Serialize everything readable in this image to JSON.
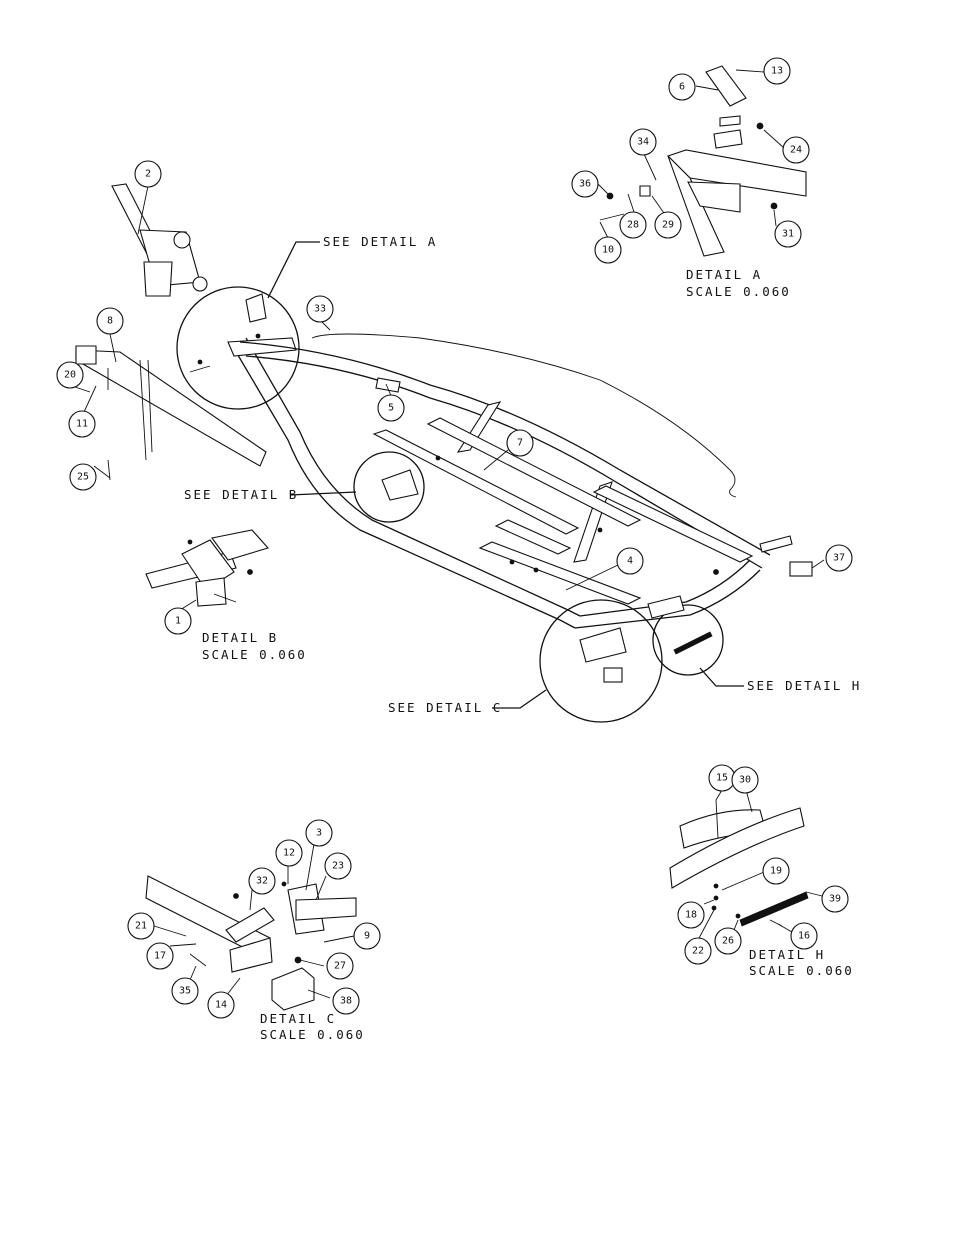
{
  "callouts": {
    "see_detail_a": "SEE DETAIL  A",
    "see_detail_b": "SEE DETAIL  B",
    "see_detail_c": "SEE DETAIL  C",
    "see_detail_h": "SEE DETAIL  H"
  },
  "details": {
    "a": {
      "title": "DETAIL  A",
      "scale": "SCALE  0.060"
    },
    "b": {
      "title": "DETAIL  B",
      "scale": "SCALE  0.060"
    },
    "c": {
      "title": "DETAIL  C",
      "scale": "SCALE  0.060"
    },
    "h": {
      "title": "DETAIL  H",
      "scale": "SCALE  0.060"
    }
  },
  "parts": {
    "p1": "1",
    "p2": "2",
    "p3": "3",
    "p4": "4",
    "p5": "5",
    "p6": "6",
    "p7": "7",
    "p8": "8",
    "p9": "9",
    "p10": "10",
    "p11": "11",
    "p12": "12",
    "p13": "13",
    "p14": "14",
    "p15": "15",
    "p16": "16",
    "p17": "17",
    "p18": "18",
    "p19": "19",
    "p20": "20",
    "p21": "21",
    "p22": "22",
    "p23": "23",
    "p24": "24",
    "p25": "25",
    "p26": "26",
    "p27": "27",
    "p28": "28",
    "p29": "29",
    "p30": "30",
    "p31": "31",
    "p32": "32",
    "p33": "33",
    "p34": "34",
    "p35": "35",
    "p36": "36",
    "p37": "37",
    "p38": "38",
    "p39": "39"
  }
}
